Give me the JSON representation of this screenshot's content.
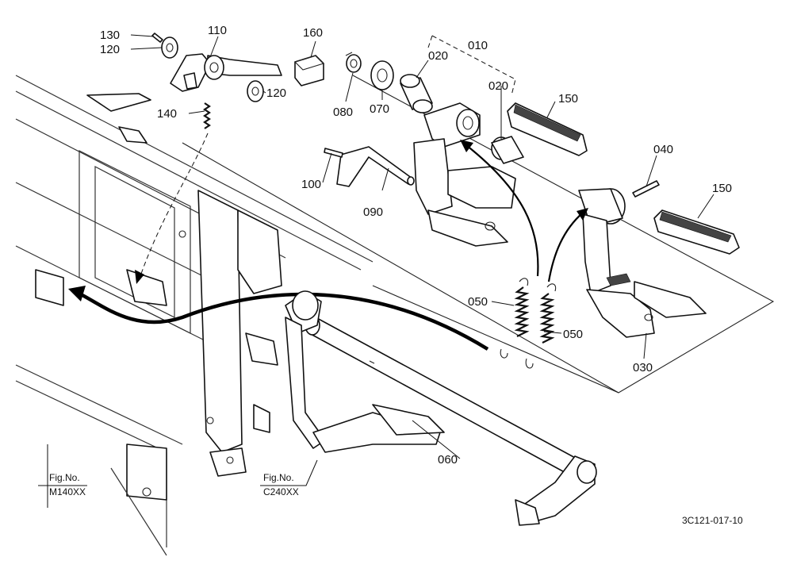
{
  "callouts": {
    "p130": "130",
    "p120a": "120",
    "p110": "110",
    "p160": "160",
    "p120b": "120",
    "p140": "140",
    "p080": "080",
    "p070": "070",
    "p020a": "020",
    "p010": "010",
    "p020b": "020",
    "p150a": "150",
    "p040": "040",
    "p150b": "150",
    "p100": "100",
    "p090": "090",
    "p050a": "050",
    "p050b": "050",
    "p030": "030",
    "p060": "060"
  },
  "figure_refs": {
    "left_label": "Fig.No.",
    "left_code": "M140XX",
    "right_label": "Fig.No.",
    "right_code": "C240XX"
  },
  "drawing_number": "3C121-017-10"
}
